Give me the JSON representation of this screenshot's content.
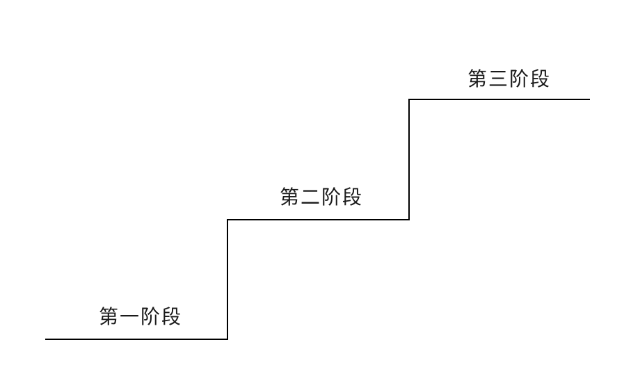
{
  "diagram": {
    "type": "staircase-step-diagram",
    "background_color": "#ffffff",
    "line_color": "#000000"
  },
  "stages": [
    {
      "label": "第一阶段"
    },
    {
      "label": "第二阶段"
    },
    {
      "label": "第三阶段"
    }
  ]
}
